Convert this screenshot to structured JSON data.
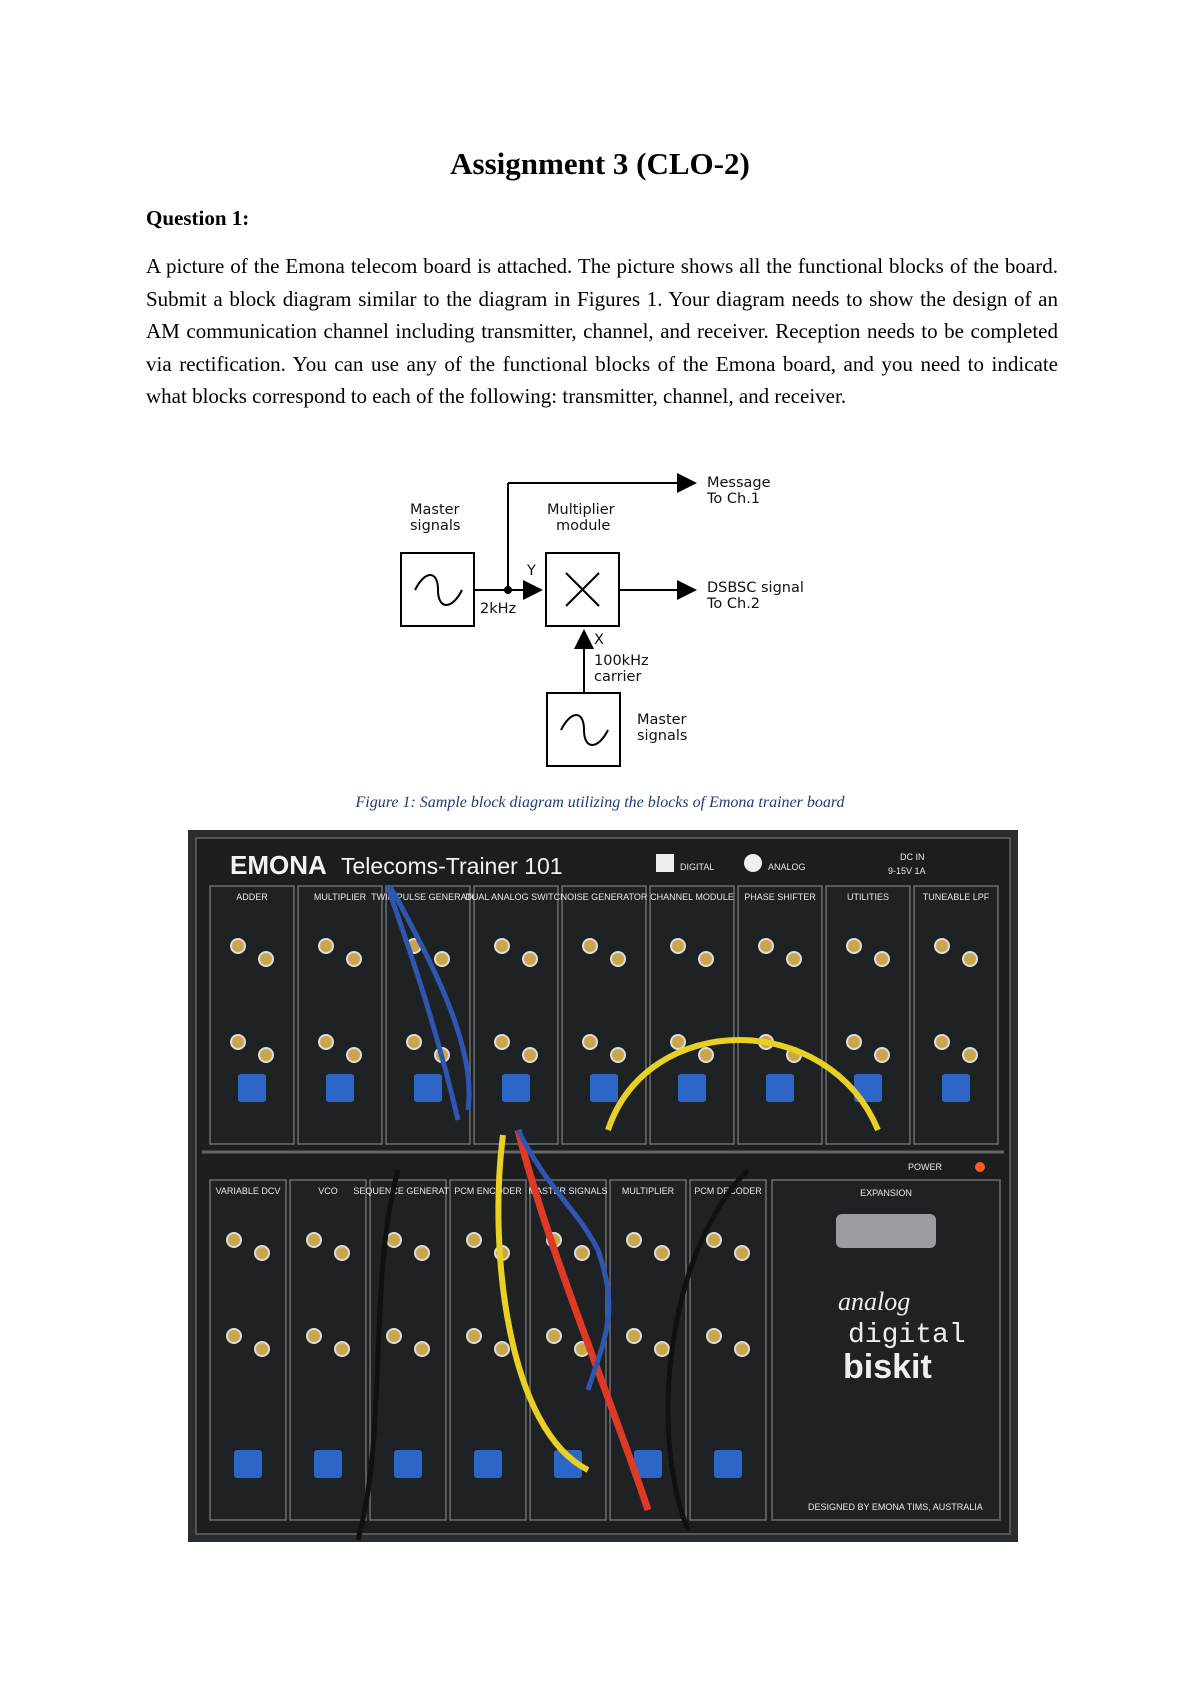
{
  "document": {
    "title": "Assignment 3 (CLO-2)",
    "question_heading": "Question 1:",
    "question_text": "A picture of the Emona telecom board is attached. The picture shows all the functional blocks of the board. Submit a block diagram similar to the diagram in Figures 1. Your diagram needs to show the design of an AM communication channel including transmitter, channel, and receiver. Reception needs to be completed via rectification. You can use any of the functional blocks of the Emona board, and you need to indicate what blocks correspond to each of the following: transmitter, channel, and receiver."
  },
  "diagram": {
    "master_signals_label_line1": "Master",
    "master_signals_label_line2": "signals",
    "multiplier_label_line1": "Multiplier",
    "multiplier_label_line2": "module",
    "message_label_line1": "Message",
    "message_label_line2": "To Ch.1",
    "freq_2khz": "2kHz",
    "input_y": "Y",
    "input_x": "X",
    "dsbsc_label_line1": "DSBSC signal",
    "dsbsc_label_line2": "To Ch.2",
    "carrier_label_line1": "100kHz",
    "carrier_label_line2": "carrier",
    "master_signals_bottom_line1": "Master",
    "master_signals_bottom_line2": "signals"
  },
  "caption": "Figure 1: Sample block diagram utilizing the blocks of Emona trainer board",
  "board": {
    "brand": "EMONA",
    "model": "Telecoms-Trainer 101",
    "digital": "DIGITAL",
    "analog": "ANALOG",
    "dc_in_line1": "DC IN",
    "dc_in_line2": "9-15V 1A",
    "top_modules": [
      "ADDER",
      "MULTIPLIER",
      "TWIN PULSE GENERATOR",
      "DUAL ANALOG SWITCH",
      "NOISE GENERATOR",
      "CHANNEL MODULE",
      "PHASE SHIFTER",
      "UTILITIES",
      "TUNEABLE LPF"
    ],
    "bottom_modules": [
      "VARIABLE DCV",
      "VCO",
      "SEQUENCE GENERATOR",
      "PCM ENCODER",
      "MASTER SIGNALS",
      "MULTIPLIER",
      "PCM DECODER",
      "EXPANSION"
    ],
    "logo_line1": "analog",
    "logo_line2": "digital",
    "logo_line3": "biskit",
    "power": "POWER",
    "designed_by": "DESIGNED BY EMONA TIMS, AUSTRALIA"
  }
}
